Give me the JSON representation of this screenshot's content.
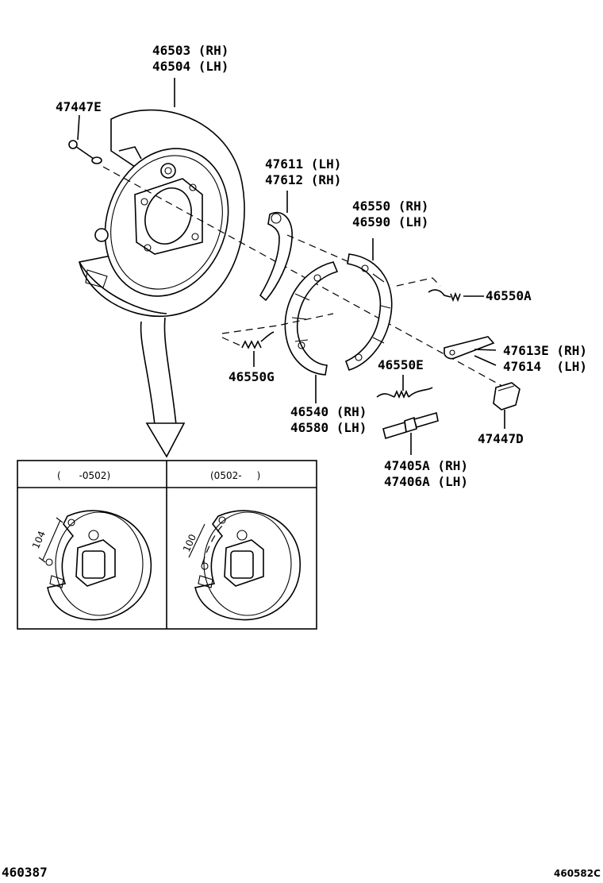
{
  "parts": {
    "backing_plate": [
      "46503 (RH)",
      "46504 (LH)"
    ],
    "bolt": "47447E",
    "lever": [
      "47611 (LH)",
      "47612 (RH)"
    ],
    "shoe_front": [
      "46550 (RH)",
      "46590 (LH)"
    ],
    "spring_a": "46550A",
    "strut": [
      "47613E (RH)",
      "47614  (LH)"
    ],
    "spring_g": "46550G",
    "spring_e": "46550E",
    "shoe_rear": [
      "46540 (RH)",
      "46580 (LH)"
    ],
    "cap": "47447D",
    "adjuster": [
      "47405A (RH)",
      "47406A (LH)"
    ]
  },
  "variants": [
    {
      "header": "(      -0502)",
      "dimension": "104"
    },
    {
      "header": "(0502-     )",
      "dimension": "100"
    }
  ],
  "footer": {
    "left_code": "460387",
    "right_code": "460582C"
  }
}
